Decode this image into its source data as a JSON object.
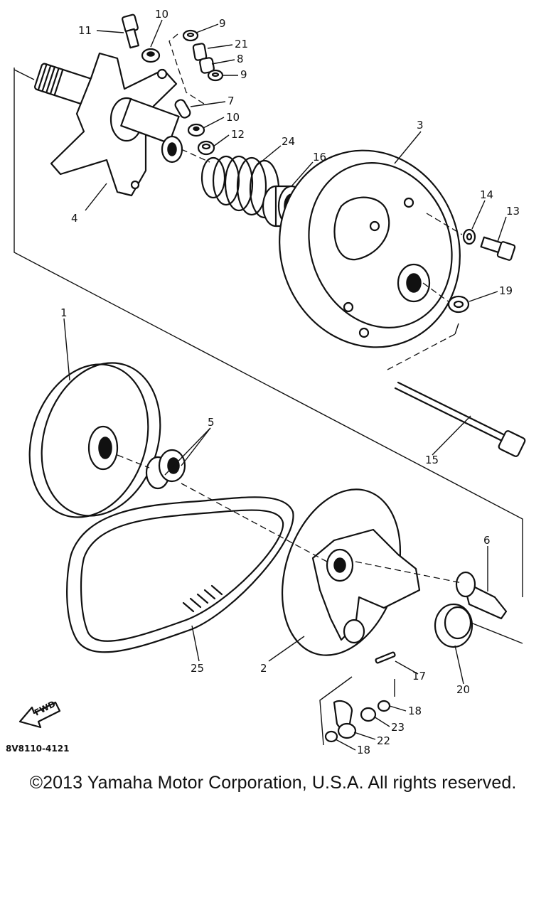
{
  "diagram": {
    "drawing_code": "8V8110-4121",
    "direction_label": "FWD",
    "callouts": {
      "c1": "1",
      "c2": "2",
      "c3": "3",
      "c4": "4",
      "c5": "5",
      "c6": "6",
      "c7": "7",
      "c8": "8",
      "c9a": "9",
      "c9b": "9",
      "c10a": "10",
      "c10b": "10",
      "c11": "11",
      "c12": "12",
      "c13": "13",
      "c14": "14",
      "c15": "15",
      "c16": "16",
      "c17": "17",
      "c18a": "18",
      "c18b": "18",
      "c19": "19",
      "c20": "20",
      "c21": "21",
      "c22": "22",
      "c23": "23",
      "c24": "24",
      "c25": "25"
    }
  },
  "footer": {
    "copyright": "©2013 Yamaha Motor Corporation, U.S.A. All rights reserved."
  }
}
